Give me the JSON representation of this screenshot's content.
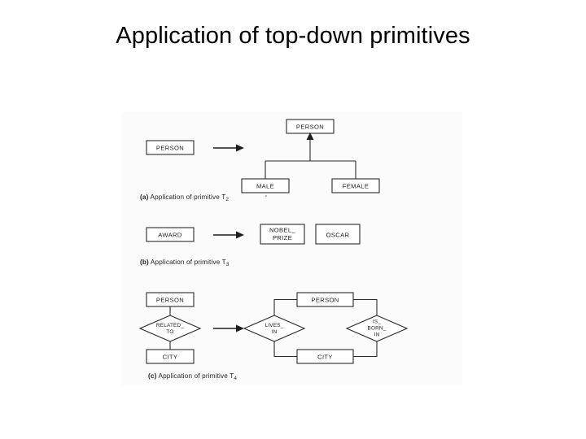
{
  "slide": {
    "title": "Application of top-down primitives"
  },
  "figure": {
    "sections": [
      {
        "id": "a",
        "caption_prefix": "(a)",
        "caption_text": "Application of primitive T",
        "caption_subscript": "2",
        "source": {
          "entity": "PERSON"
        },
        "transform_arrow": "right-arrow",
        "result": {
          "parent": "PERSON",
          "children": [
            "MALE",
            "FEMALE"
          ],
          "connector": "generalization-hierarchy"
        }
      },
      {
        "id": "b",
        "caption_prefix": "(b)",
        "caption_text": "Application of primitive T",
        "caption_subscript": "3",
        "source": {
          "entity": "AWARD"
        },
        "transform_arrow": "right-arrow",
        "result": {
          "entities": [
            "NOBEL_ PRIZE",
            "OSCAR"
          ],
          "entity_lines": [
            [
              "NOBEL_",
              "PRIZE"
            ],
            [
              "OSCAR"
            ]
          ],
          "connector": "none"
        }
      },
      {
        "id": "c",
        "caption_prefix": "(c)",
        "caption_text": "Application of primitive T",
        "caption_subscript": "4",
        "source": {
          "entities": [
            "PERSON",
            "CITY"
          ],
          "relationship": "RELATED_ TO",
          "relationship_lines": [
            "RELATED_",
            "TO"
          ]
        },
        "transform_arrow": "right-arrow",
        "result": {
          "entities": [
            "PERSON",
            "CITY"
          ],
          "relationships": [
            "LIVES_ IN",
            "IS_ BORN_ IN"
          ],
          "relationship_lines": [
            [
              "LIVES_",
              "IN"
            ],
            [
              "IS_",
              "BORN_",
              "IN"
            ]
          ],
          "connector": "ring"
        }
      }
    ]
  },
  "colors": {
    "page_background": "#ffffff",
    "figure_background": "#fbfbfb",
    "ink": "#2a2a2a",
    "title_text": "#000000"
  }
}
